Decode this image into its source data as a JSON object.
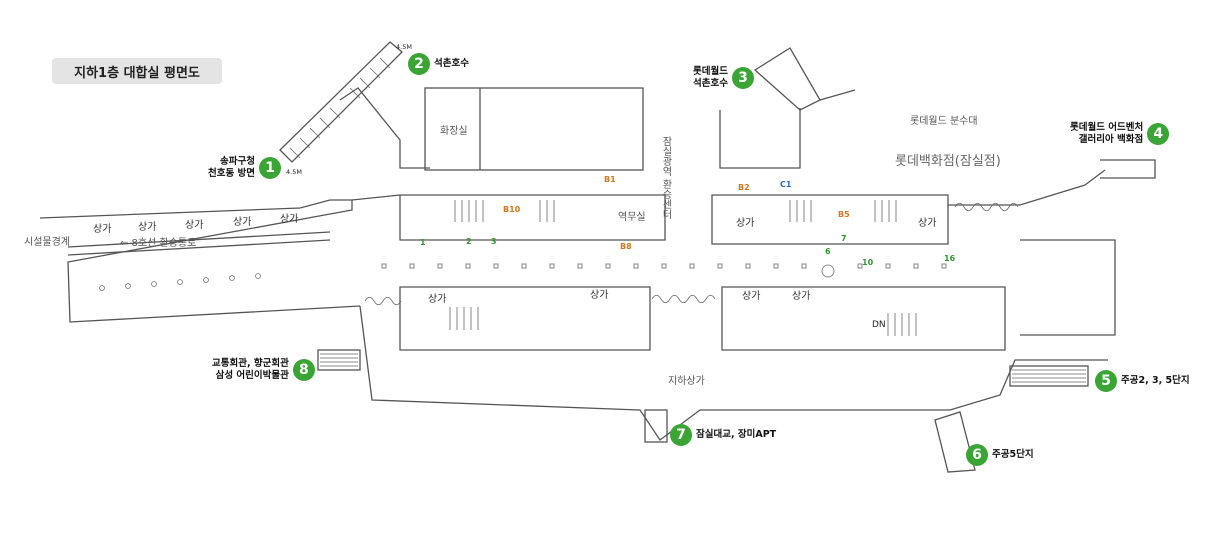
{
  "title": "지하1층 대합실 평면도",
  "colors": {
    "exit_badge": "#3aa535",
    "gate_orange": "#d8761c",
    "gate_blue": "#2b6cc4",
    "gate_green": "#2f9a2c"
  },
  "exits": [
    {
      "num": "1",
      "lines": [
        "송파구청",
        "천호동 방면"
      ]
    },
    {
      "num": "2",
      "lines": [
        "석촌호수"
      ]
    },
    {
      "num": "3",
      "lines": [
        "롯데월드",
        "석촌호수"
      ]
    },
    {
      "num": "4",
      "lines": [
        "롯데월드 어드벤처",
        "갤러리아 백화점"
      ]
    },
    {
      "num": "5",
      "lines": [
        "주공2, 3, 5단지"
      ]
    },
    {
      "num": "6",
      "lines": [
        "주공5단지"
      ]
    },
    {
      "num": "7",
      "lines": [
        "잠실대교, 장미APT"
      ]
    },
    {
      "num": "8",
      "lines": [
        "교통회관, 향군회관",
        "삼성 어린이박물관"
      ]
    }
  ],
  "areas": {
    "restroom": "화장실",
    "station_office": "역무실",
    "transfer_center": "잠실광역 환승센터",
    "fountain": "롯데월드 분수대",
    "dept_store": "롯데백화점(잠실점)",
    "underground_mall": "지하상가",
    "transfer_passage": "⇐ 8호선 환승통로",
    "boundary": "시설물경계",
    "shop": "상가",
    "down": "DN",
    "height_a": "4.5M",
    "height_b": "4.5M"
  },
  "gates": {
    "orange": [
      "B1",
      "B10",
      "B8",
      "B2",
      "B5"
    ],
    "blue": [
      "C1"
    ],
    "green": [
      "1",
      "2",
      "3",
      "6",
      "7",
      "10",
      "16"
    ]
  }
}
